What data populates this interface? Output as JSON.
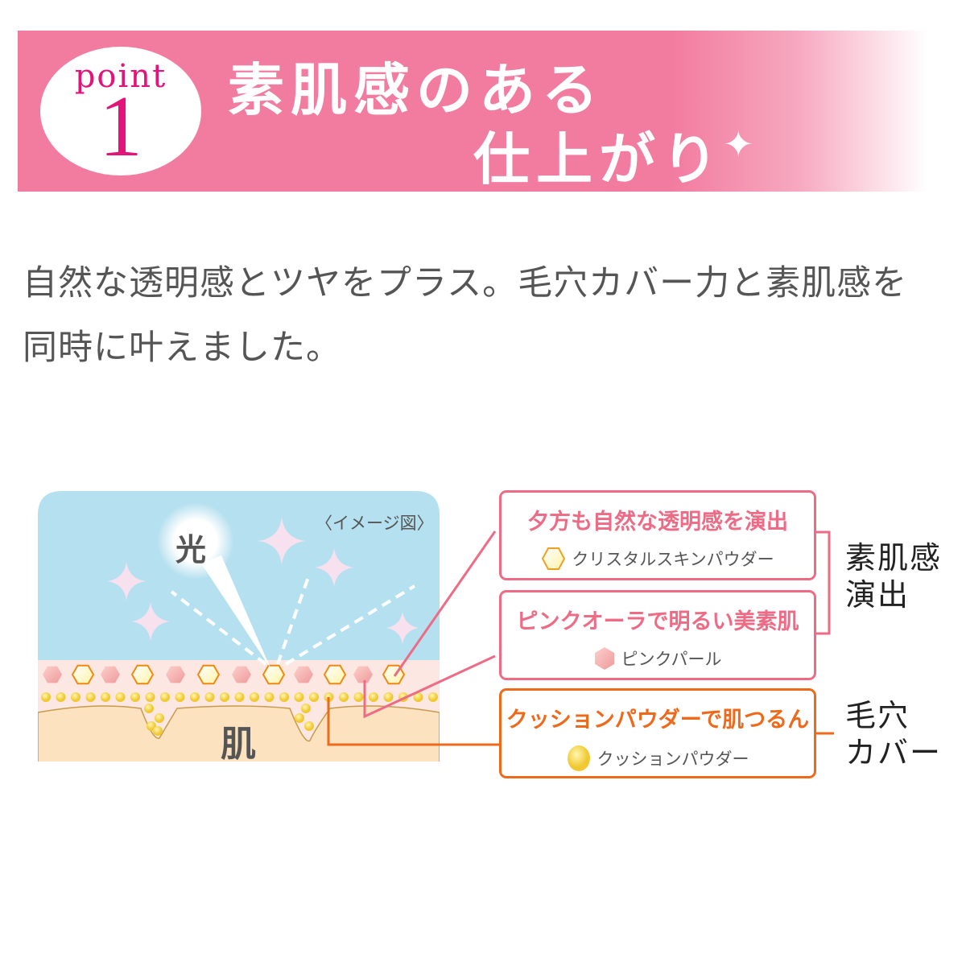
{
  "header": {
    "point_label": "point",
    "point_number": "1",
    "title_line1": "素肌感のある",
    "title_line2": "仕上がり",
    "sparkle": "✦",
    "band_color": "#f27ca0",
    "accent_color": "#e4137a"
  },
  "description": {
    "line1": "自然な透明感とツヤをプラス。毛穴カバー力と素肌感を",
    "line2": "同時に叶えました。"
  },
  "diagram": {
    "image_note": "〈イメージ図〉",
    "light_label": "光",
    "skin_label": "肌",
    "colors": {
      "sky": "#b5e0ef",
      "pearl_layer": "#fde7e2",
      "skin": "#fde2bf",
      "pink": "#ee6b86",
      "orange": "#ee6a1a"
    }
  },
  "boxes": [
    {
      "heading": "夕方も自然な透明感を演出",
      "ingredient": "クリスタルスキンパウダー",
      "icon": "hexagon-outline-icon"
    },
    {
      "heading": "ピンクオーラで明るい美素肌",
      "ingredient": "ピンクパール",
      "icon": "pink-hexagon-icon"
    },
    {
      "heading": "クッションパウダーで肌つるん",
      "ingredient": "クッションパウダー",
      "icon": "yellow-sphere-icon"
    }
  ],
  "groups": [
    {
      "line1": "素肌感",
      "line2": "演出"
    },
    {
      "line1": "毛穴",
      "line2": "カバー"
    }
  ]
}
